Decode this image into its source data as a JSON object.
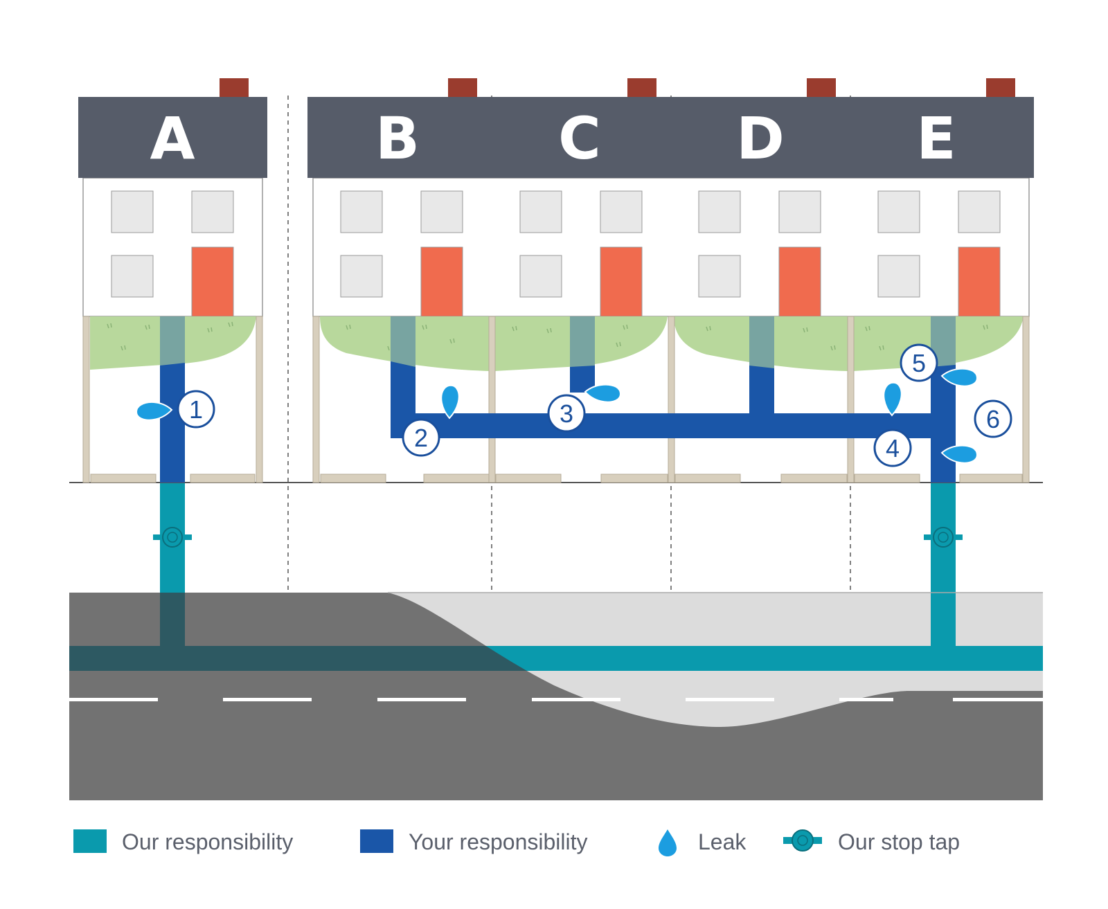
{
  "houses": [
    {
      "id": "A"
    },
    {
      "id": "B"
    },
    {
      "id": "C"
    },
    {
      "id": "D"
    },
    {
      "id": "E"
    }
  ],
  "markers": [
    "1",
    "2",
    "3",
    "4",
    "5",
    "6"
  ],
  "legend": {
    "our_responsibility": "Our responsibility",
    "your_responsibility": "Your responsibility",
    "leak": "Leak",
    "stop_tap": "Our stop tap"
  },
  "colors": {
    "our_pipe": "#0a9aad",
    "your_pipe": "#1a56a8",
    "roof": "#565c69",
    "chimney": "#9a3c2e",
    "door": "#f06b4e",
    "window": "#e8e8e8",
    "lawn": "#b8d89c",
    "fence": "#d8cfbd",
    "road": "#727272",
    "pavement": "#dcdcdc",
    "leak": "#1c9de0",
    "marker_outline": "#1a4f9c"
  },
  "icons": {
    "leak": "leak-drop-icon",
    "stop_tap": "stop-tap-icon"
  }
}
